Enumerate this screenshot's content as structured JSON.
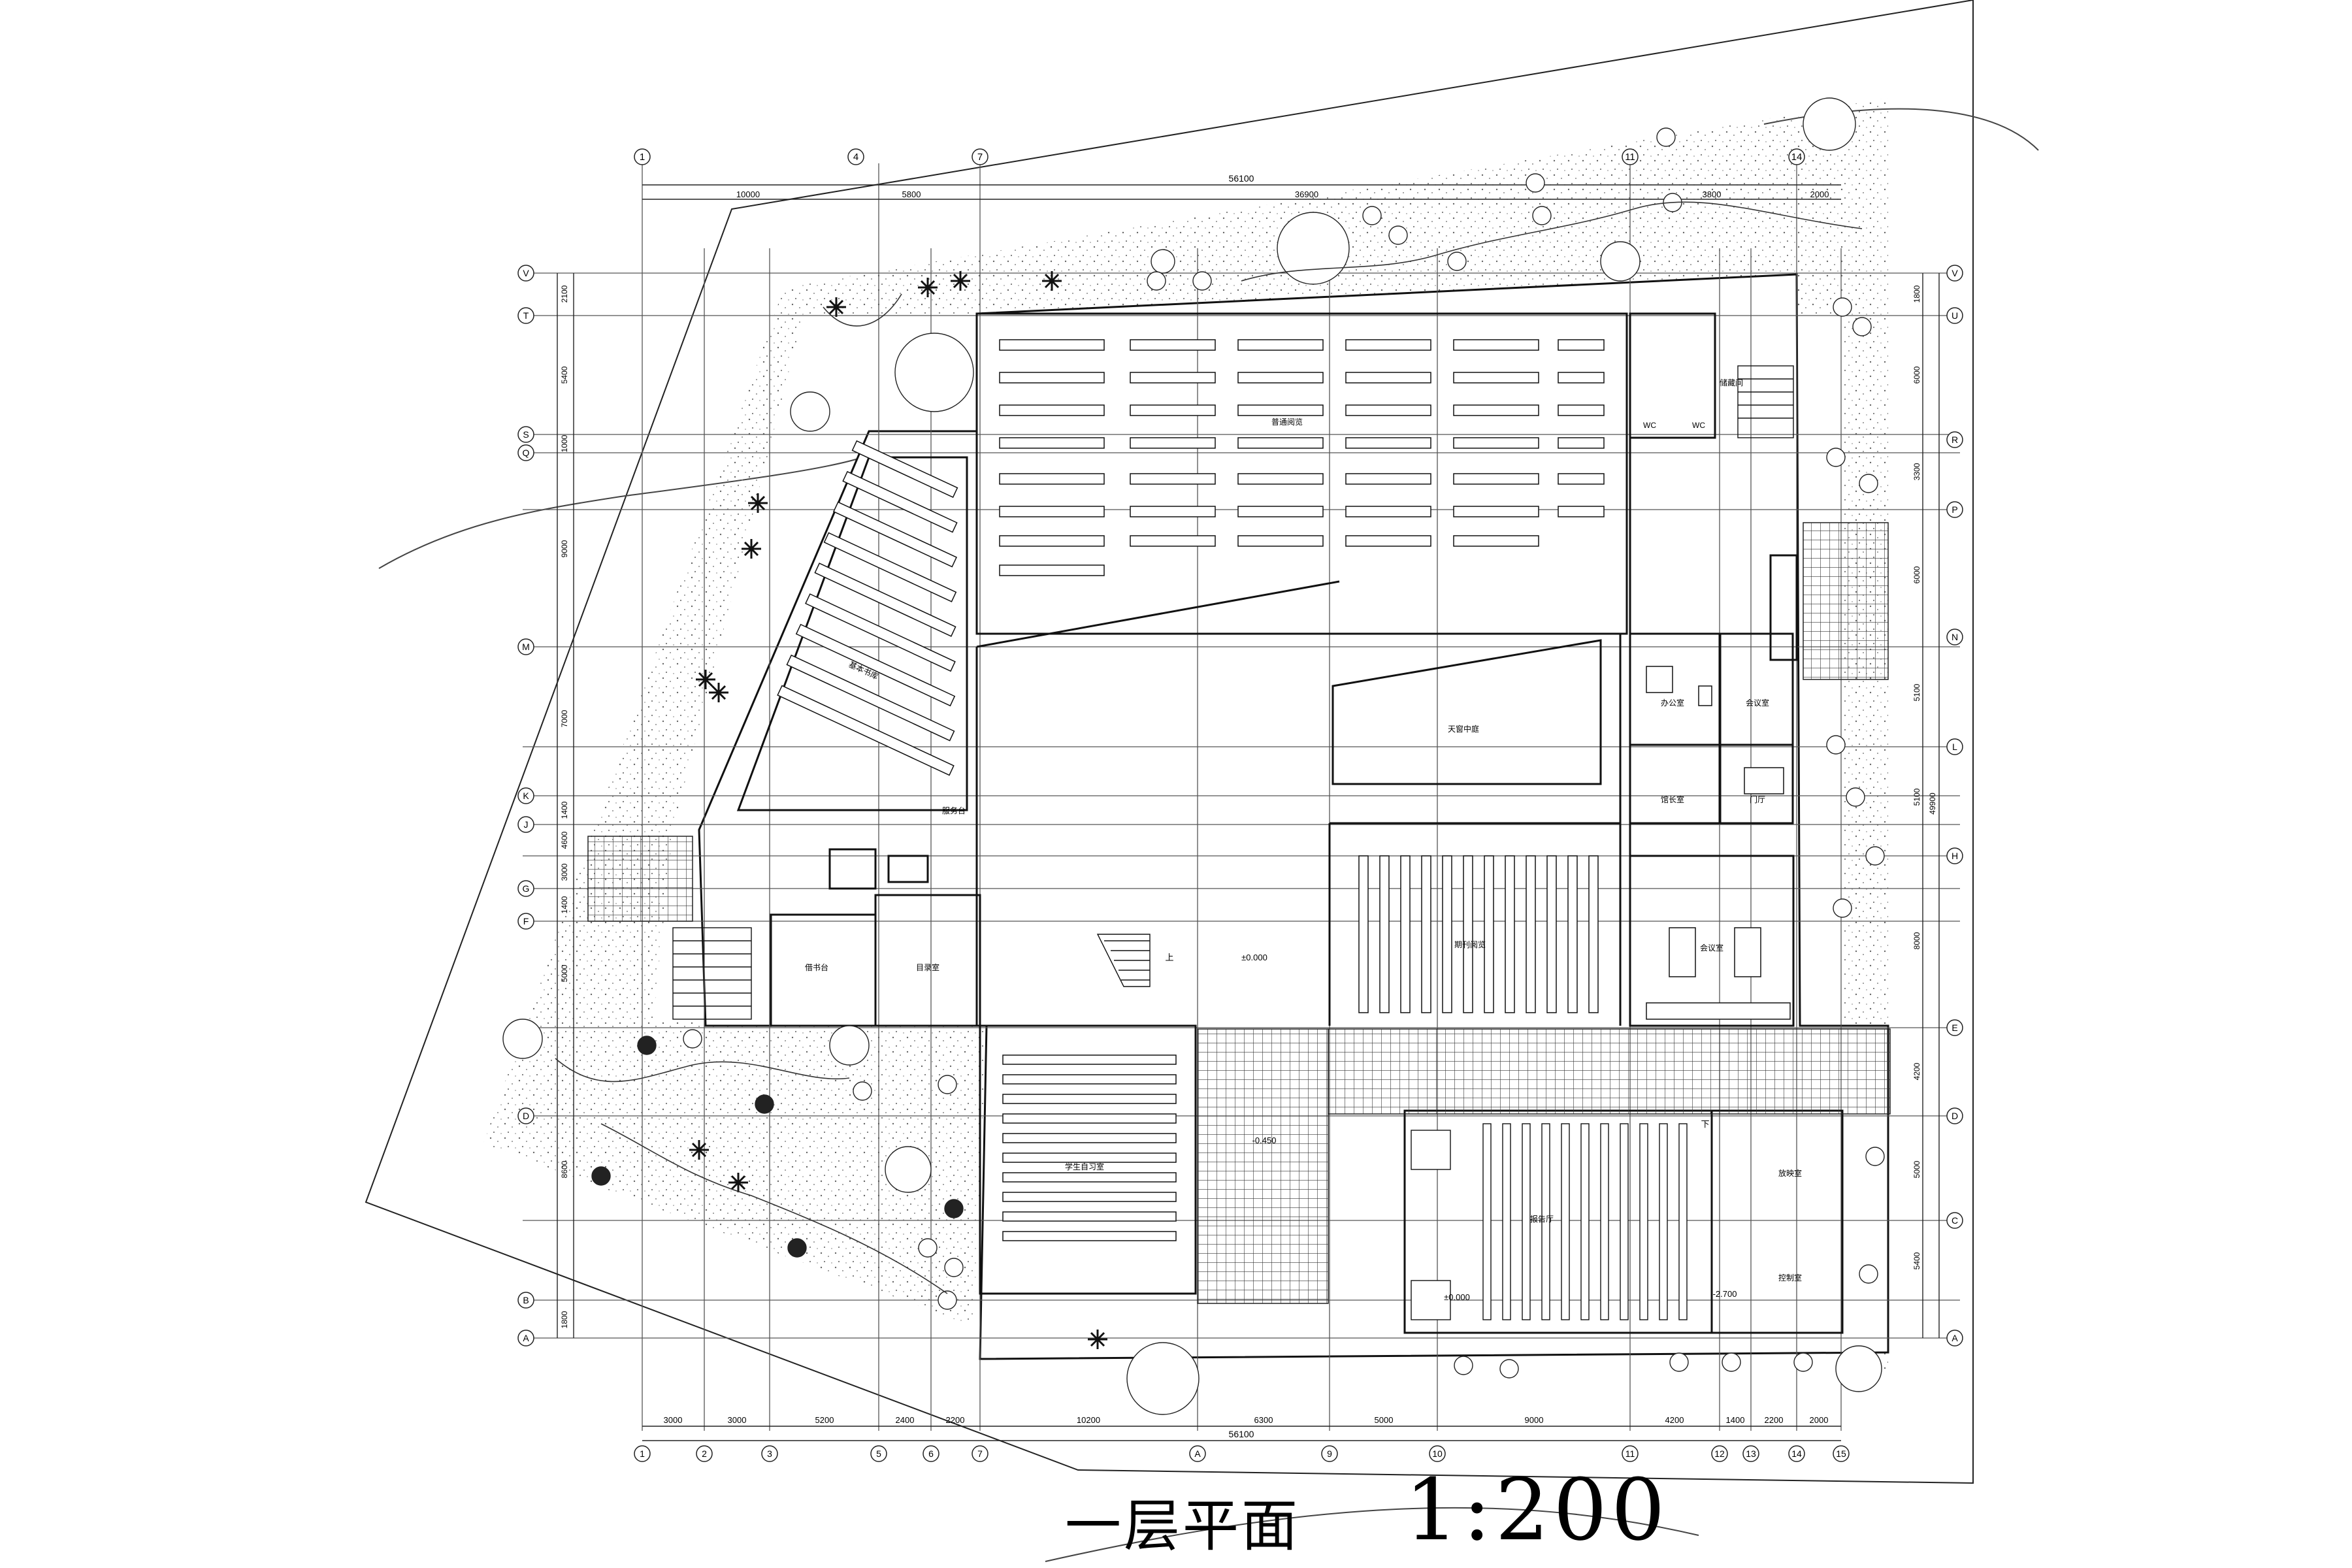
{
  "title": "一层平面",
  "scale": "1:200",
  "grid": {
    "top_labels": [
      "1",
      "4",
      "7",
      "11",
      "14"
    ],
    "bottom_labels": [
      "1",
      "2",
      "3",
      "5",
      "6",
      "7",
      "A",
      "9",
      "10",
      "11",
      "12",
      "13",
      "14",
      "15"
    ],
    "left_labels": [
      "V",
      "T",
      "S",
      "Q",
      "M",
      "K",
      "J",
      "G",
      "F",
      "D",
      "B",
      "A"
    ],
    "right_labels": [
      "V",
      "U",
      "R",
      "P",
      "N",
      "L",
      "H",
      "E",
      "D",
      "C",
      "A"
    ]
  },
  "dimensions": {
    "top_total": "56100",
    "top_segments": [
      "10000",
      "5800",
      "36900",
      "3800",
      "2000"
    ],
    "bottom_total": "56100",
    "bottom_segments": [
      "3000",
      "3000",
      "5200",
      "2400",
      "2200",
      "10200",
      "6300",
      "5000",
      "9000",
      "4200",
      "1400",
      "2200",
      "2000"
    ],
    "left_segments": [
      "2100",
      "5400",
      "1000",
      "9000",
      "7000",
      "1400",
      "4600",
      "3000",
      "1400",
      "5000",
      "8600",
      "1800"
    ],
    "right_segments": [
      "1800",
      "6000",
      "3300",
      "6000",
      "5100",
      "5100",
      "8000",
      "4200",
      "5000",
      "5400"
    ],
    "right_total": "49900"
  },
  "rooms": [
    {
      "id": "reading-room-north",
      "label": "普通阅览"
    },
    {
      "id": "reading-room-west",
      "label": "基本书库"
    },
    {
      "id": "atrium",
      "label": "天窗中庭"
    },
    {
      "id": "reading-room-east",
      "label": "期刊阅览"
    },
    {
      "id": "study-room",
      "label": "学生自习室"
    },
    {
      "id": "lecture-hall",
      "label": "报告厅"
    },
    {
      "id": "lending",
      "label": "借书台"
    },
    {
      "id": "catalog",
      "label": "目录室"
    },
    {
      "id": "office-1",
      "label": "办公室"
    },
    {
      "id": "office-2",
      "label": "会议室"
    },
    {
      "id": "office-3",
      "label": "馆长室"
    },
    {
      "id": "meeting",
      "label": "会议室"
    },
    {
      "id": "equipment",
      "label": "放映室"
    },
    {
      "id": "control",
      "label": "控制室"
    },
    {
      "id": "wc-1",
      "label": "WC"
    },
    {
      "id": "wc-2",
      "label": "WC"
    },
    {
      "id": "storage",
      "label": "储藏间"
    },
    {
      "id": "service",
      "label": "服务台"
    },
    {
      "id": "lobby",
      "label": "门厅"
    }
  ],
  "levels": {
    "main": "±0.000",
    "plaza": "-0.450",
    "stage": "±0.000",
    "hall": "-2.700"
  },
  "stair_labels": {
    "up": "上",
    "down": "下"
  }
}
